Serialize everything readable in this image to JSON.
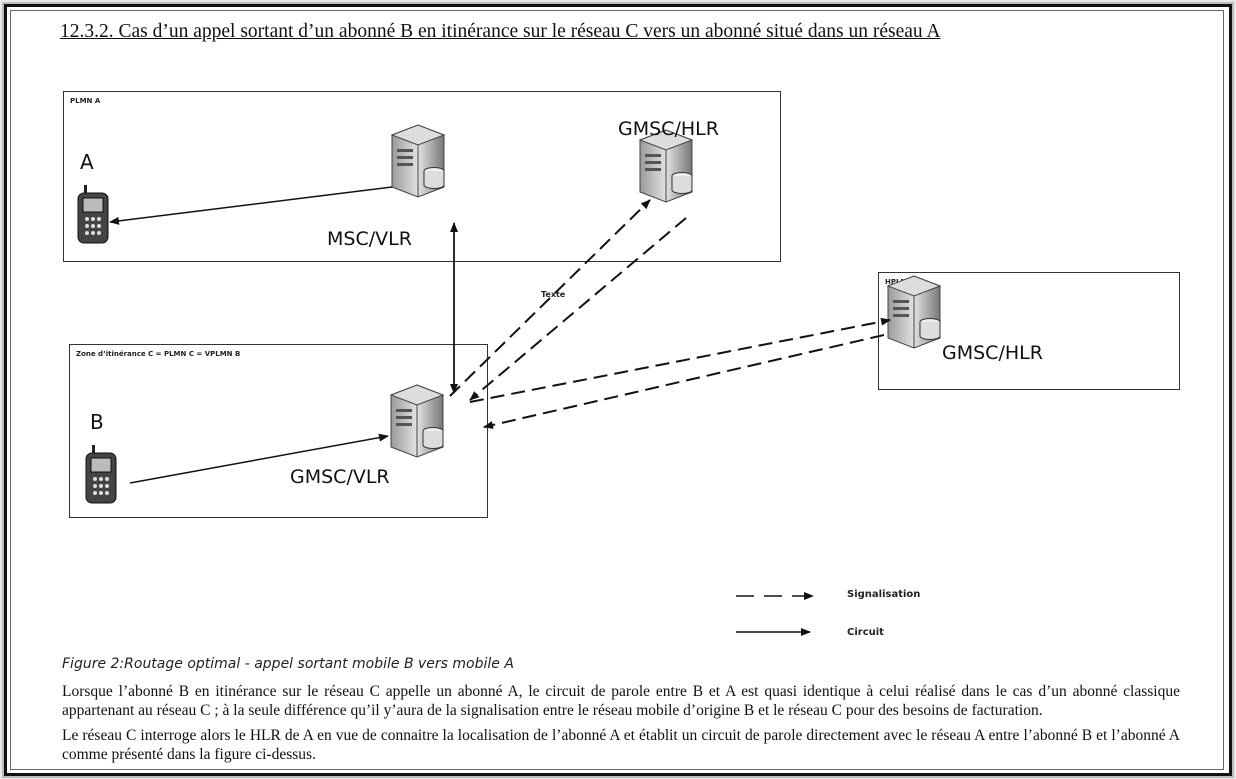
{
  "heading": "12.3.2. Cas d’un appel sortant d’un abonné B en itinérance sur le réseau C vers un abonné situé dans un réseau A",
  "diagram": {
    "plmn_a": {
      "label": "PLMN A",
      "subscriber": "A",
      "msc": "MSC/VLR",
      "gmsc": "GMSC/HLR"
    },
    "hplmn_b": {
      "label": "HPLMN B",
      "gmsc": "GMSC/HLR"
    },
    "zone_c": {
      "label": "Zone d’itinérance C = PLMN C = VPLMN B",
      "subscriber": "B",
      "gmsc": "GMSC/VLR"
    },
    "arrow_text": "Texte",
    "legend": {
      "signalisation": "Signalisation",
      "circuit": "Circuit"
    }
  },
  "caption": "Figure 2:Routage optimal - appel sortant mobile B vers mobile A",
  "paragraphs": [
    "Lorsque l’abonné B en itinérance sur le réseau C appelle un abonné A, le circuit de parole entre B et A est quasi identique à celui réalisé dans le cas d’un abonné classique appartenant au réseau C ; à la seule différence qu’il y’aura de la signalisation entre le réseau mobile d’origine B et le réseau C pour des besoins de facturation.",
    "Le réseau C interroge alors le HLR de A en vue de connaitre la localisation de l’abonné A et établit un circuit de parole directement avec le réseau A entre l’abonné B et l’abonné A comme présenté dans la figure ci-dessus."
  ]
}
